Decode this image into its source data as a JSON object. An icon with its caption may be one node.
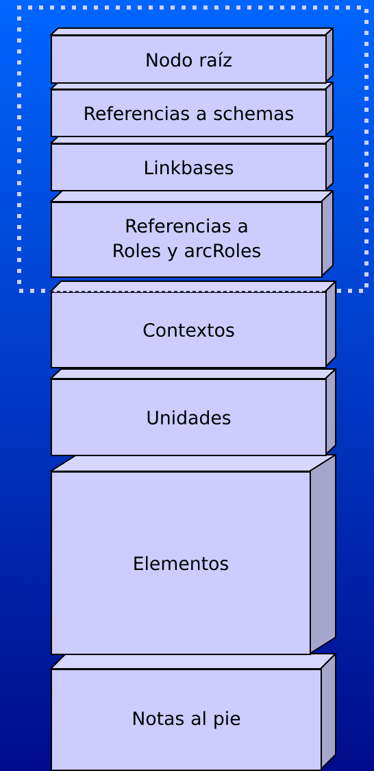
{
  "diagram": {
    "nodes": [
      {
        "text": [],
        "shape": "box"
      },
      {
        "text": [
          "Nodo raíz"
        ],
        "in": 0
      },
      {
        "text": [
          "Referencias a schemas"
        ],
        "in": 0
      },
      {
        "text": [
          "Linkbases"
        ],
        "in": 0
      },
      {
        "text": [
          "Referencias a Roles y arcRoles"
        ],
        "in": 0
      },
      {
        "text": [
          "Contextos"
        ]
      },
      {
        "text": [
          "Unidades"
        ]
      },
      {
        "text": [
          "Elementos"
        ]
      },
      {
        "text": [
          "Notas al pie"
        ]
      }
    ]
  }
}
